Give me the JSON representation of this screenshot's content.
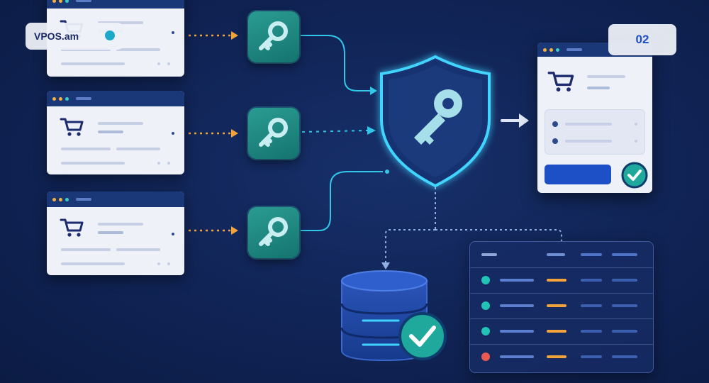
{
  "overlay": {
    "brand_label": "VPOS.am",
    "step_number": "02"
  },
  "icons": {
    "cart": "shopping-cart-icon",
    "key": "key-icon",
    "shield": "shield-key-icon",
    "database": "database-icon",
    "check": "check-icon",
    "arrow": "arrow-right-icon"
  },
  "colors": {
    "background": "#112558",
    "teal_tile": "#1f8a83",
    "shield_glow": "#3fd4ff",
    "dotted_arrow": "#f2a33a",
    "accent_blue": "#1d4fc7",
    "status_ok": "#22c3b4",
    "status_error": "#e85a4f"
  },
  "table_rows": [
    {
      "status": "ok"
    },
    {
      "status": "ok"
    },
    {
      "status": "ok"
    },
    {
      "status": "error"
    }
  ]
}
